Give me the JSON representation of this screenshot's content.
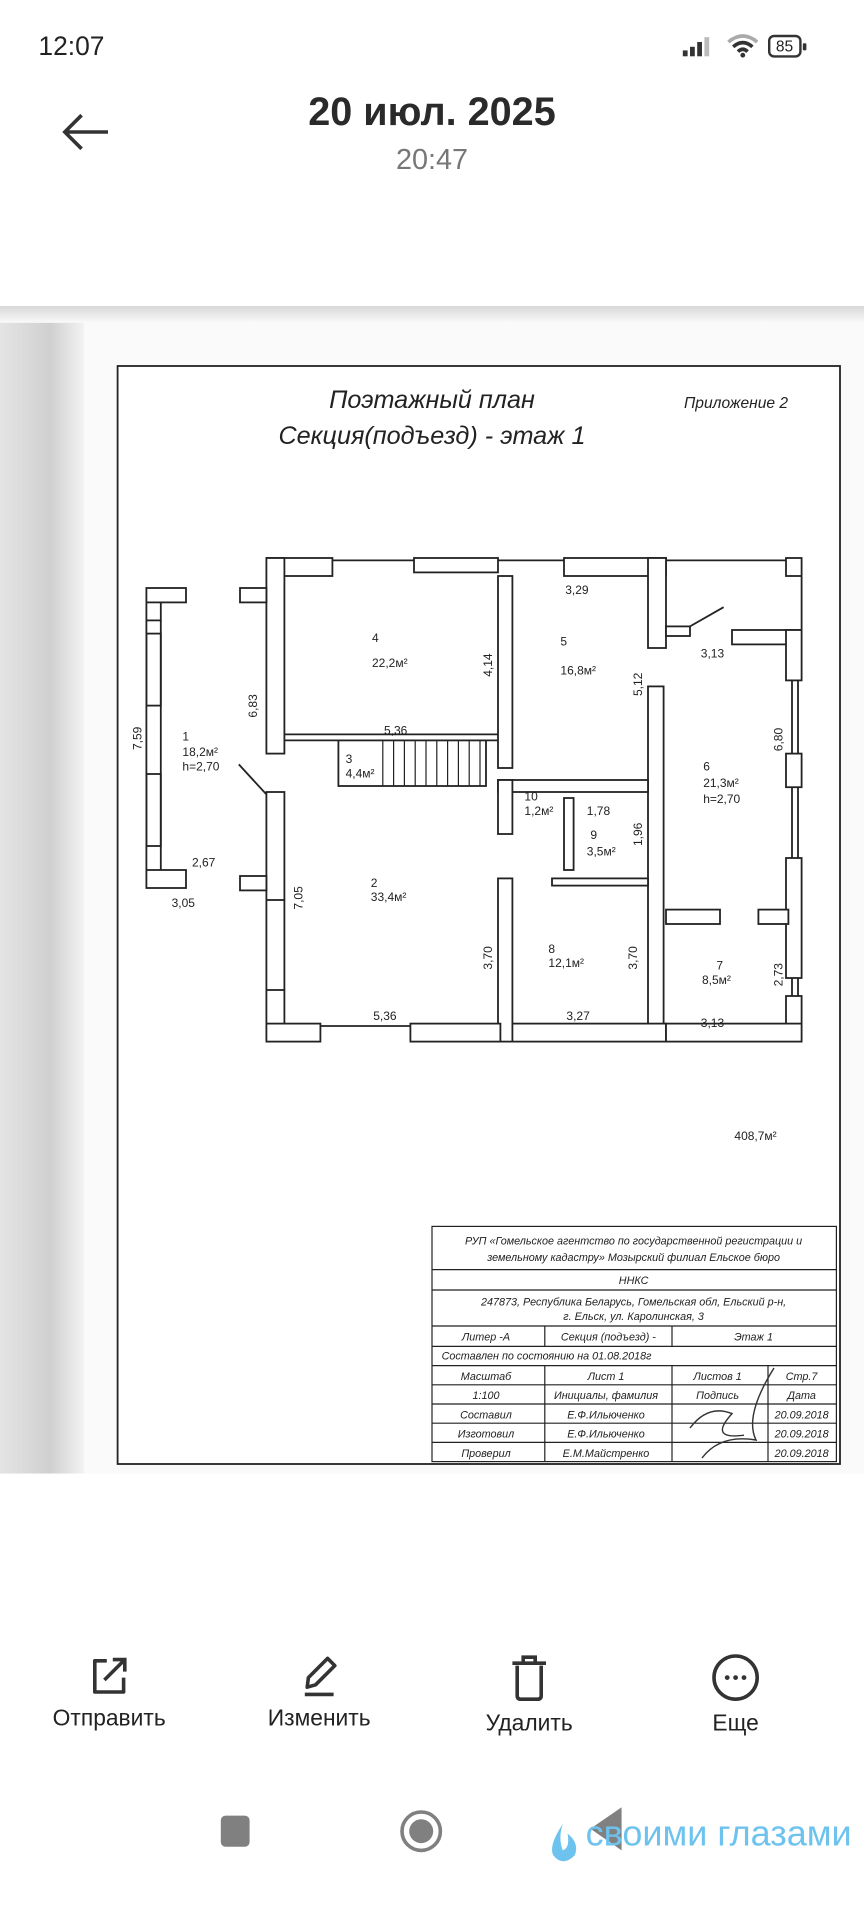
{
  "status_bar": {
    "time": "12:07",
    "battery": "85"
  },
  "header": {
    "title": "20 июл. 2025",
    "subtitle": "20:47"
  },
  "document": {
    "title_line1": "Поэтажный план",
    "title_line2": "Секция(подъезд) - этаж 1",
    "appendix": "Приложение 2",
    "rooms": [
      {
        "num": "1",
        "area": "18,2м²",
        "height": "h=2,70"
      },
      {
        "num": "2",
        "area": "33,4м²"
      },
      {
        "num": "3",
        "area": "4,4м²"
      },
      {
        "num": "4",
        "area": "22,2м²"
      },
      {
        "num": "5",
        "area": "16,8м²"
      },
      {
        "num": "6",
        "area": "21,3м²",
        "height": "h=2,70"
      },
      {
        "num": "7",
        "area": "8,5м²"
      },
      {
        "num": "8",
        "area": "12,1м²"
      },
      {
        "num": "9",
        "area": "3,5м²"
      },
      {
        "num": "10",
        "area": "1,2м²"
      }
    ],
    "dims": [
      "7,59",
      "2,67",
      "3,05",
      "6,83",
      "5,36",
      "4,14",
      "3,29",
      "3,13",
      "5,12",
      "6,80",
      "1,78",
      "1,96",
      "7,05",
      "3,70",
      "3,70",
      "5,36",
      "3,27",
      "2,73",
      "3,13"
    ],
    "total_area": "408,7м²",
    "stamp": {
      "org": [
        "РУП «Гомельское агентство по государственной регистрации и",
        "земельному кадастру» Мозырский филиал Ельское бюро"
      ],
      "type": "ННКС",
      "address": [
        "247873, Республика Беларусь, Гомельская обл, Ельский р-н,",
        "г. Ельск, ул. Каролинская, 3"
      ],
      "liter": "Литер -А",
      "section": "Секция (подъезд)  -",
      "floor": "Этаж 1",
      "state": "Составлен по состоянию на 01.08.2018г",
      "rows": [
        [
          "Масштаб",
          "Лист 1",
          "Листов 1",
          "Стр.7"
        ],
        [
          "1:100",
          "Инициалы, фамилия",
          "Подпись",
          "Дата"
        ],
        [
          "Составил",
          "Е.Ф.Ильюченко",
          "",
          "20.09.2018"
        ],
        [
          "Изготовил",
          "Е.Ф.Ильюченко",
          "",
          "20.09.2018"
        ],
        [
          "Проверил",
          "Е.М.Майстренко",
          "",
          "20.09.2018"
        ]
      ]
    }
  },
  "actions": [
    {
      "label": "Отправить",
      "icon": "share-icon"
    },
    {
      "label": "Изменить",
      "icon": "edit-icon"
    },
    {
      "label": "Удалить",
      "icon": "trash-icon"
    },
    {
      "label": "Еще",
      "icon": "more-icon"
    }
  ],
  "watermark": "своими глазами"
}
